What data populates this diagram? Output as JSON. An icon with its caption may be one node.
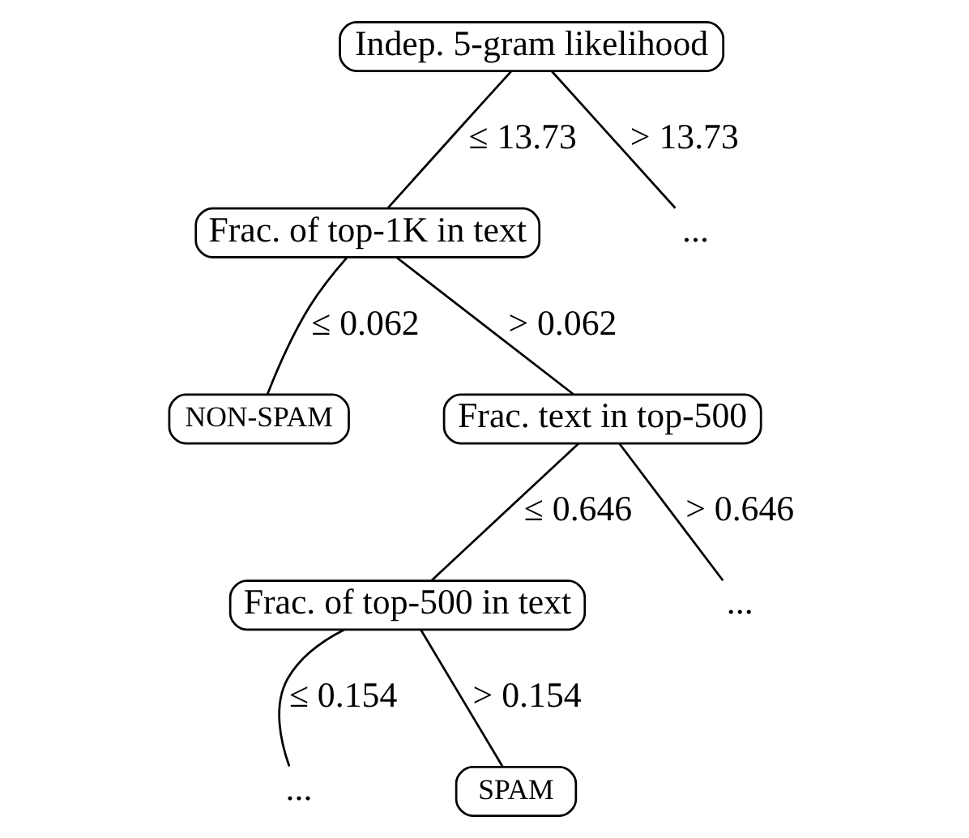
{
  "diagram": {
    "nodes": [
      {
        "text": [
          "Indep. 5-gram likelihood"
        ]
      },
      {
        "text": [
          "Frac. of top-1K in text"
        ]
      },
      {
        "text": [
          "..."
        ]
      },
      {
        "text": [
          "NON-SPAM"
        ]
      },
      {
        "text": [
          "Frac. text in top-500"
        ]
      },
      {
        "text": [
          "Frac. of top-500 in text"
        ]
      },
      {
        "text": [
          "..."
        ]
      },
      {
        "text": [
          "..."
        ]
      },
      {
        "text": [
          "SPAM"
        ]
      }
    ],
    "edges": [
      {
        "from": 0,
        "to": 1,
        "arrow": "none",
        "label": "≤ 13.73"
      },
      {
        "from": 0,
        "to": 2,
        "arrow": "none",
        "label": "> 13.73"
      },
      {
        "from": 1,
        "to": 3,
        "arrow": "none",
        "label": "≤ 0.062"
      },
      {
        "from": 1,
        "to": 4,
        "arrow": "none",
        "label": "> 0.062"
      },
      {
        "from": 4,
        "to": 5,
        "arrow": "none",
        "label": "≤ 0.646"
      },
      {
        "from": 4,
        "to": 6,
        "arrow": "none",
        "label": "> 0.646"
      },
      {
        "from": 5,
        "to": 7,
        "arrow": "none",
        "label": "≤ 0.154"
      },
      {
        "from": 5,
        "to": 8,
        "arrow": "none",
        "label": "> 0.154"
      }
    ]
  }
}
